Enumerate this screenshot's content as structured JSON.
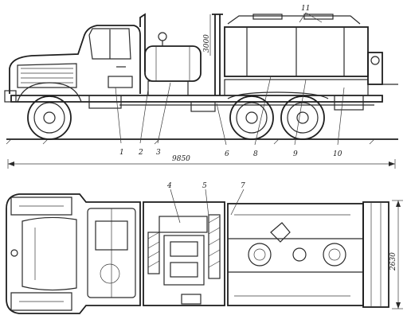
{
  "drawing": {
    "callouts_side": [
      "1",
      "2",
      "3",
      "6",
      "8",
      "9",
      "10",
      "11"
    ],
    "callouts_plan": [
      "4",
      "5",
      "7"
    ],
    "dimensions": {
      "overall_length": "9850",
      "height_marker": "3000",
      "width": "2630"
    }
  }
}
